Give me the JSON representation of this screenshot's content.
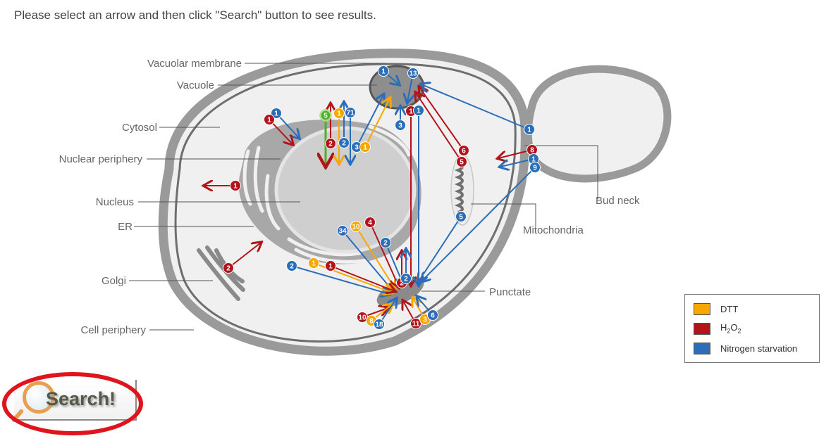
{
  "instruction": "Please select an arrow and then click \"Search\" button to see results.",
  "labels": {
    "vacuolar_membrane": "Vacuolar membrane",
    "vacuole": "Vacuole",
    "cytosol": "Cytosol",
    "nuclear_periphery": "Nuclear periphery",
    "nucleus": "Nucleus",
    "er": "ER",
    "golgi": "Golgi",
    "cell_periphery": "Cell periphery",
    "bud_neck": "Bud neck",
    "mitochondria": "Mitochondria",
    "punctate": "Punctate"
  },
  "colors": {
    "dtt": "#f6a800",
    "h2o2": "#b3141c",
    "nitrogen": "#2b6db8",
    "other": "#4fae2a",
    "highlight": "#e0141c"
  },
  "arrows": [
    {
      "count": "13",
      "condition": "nitrogen",
      "from": "cytosol",
      "to": "vacuole"
    },
    {
      "count": "1",
      "condition": "nitrogen",
      "from": "cytosol",
      "to": "vacuole"
    },
    {
      "count": "1",
      "condition": "nitrogen",
      "from": "cytosol",
      "to": "nuclear_periphery"
    },
    {
      "count": "1",
      "condition": "h2o2",
      "from": "cytosol",
      "to": "nuclear_periphery"
    },
    {
      "count": "5",
      "condition": "other",
      "from": "cytosol",
      "to": "nucleus"
    },
    {
      "count": "2",
      "condition": "h2o2",
      "from": "nucleus",
      "to": "cytosol"
    },
    {
      "count": "1",
      "condition": "dtt",
      "from": "cytosol",
      "to": "nucleus"
    },
    {
      "count": "2",
      "condition": "nitrogen",
      "from": "nucleus",
      "to": "cytosol"
    },
    {
      "count": "71",
      "condition": "nitrogen",
      "from": "cytosol",
      "to": "nucleus"
    },
    {
      "count": "3",
      "condition": "nitrogen",
      "from": "nuclear_periphery",
      "to": "vacuole"
    },
    {
      "count": "1",
      "condition": "dtt",
      "from": "nuclear_periphery",
      "to": "vacuole"
    },
    {
      "count": "3",
      "condition": "nitrogen",
      "from": "cytosol",
      "to": "vacuole"
    },
    {
      "count": "1",
      "condition": "h2o2",
      "from": "vacuole",
      "to": "punctate"
    },
    {
      "count": "1",
      "condition": "nitrogen",
      "from": "vacuole",
      "to": "punctate"
    },
    {
      "count": "6",
      "condition": "h2o2",
      "from": "mitochondria",
      "to": "vacuole"
    },
    {
      "count": "5",
      "condition": "h2o2",
      "from": "mitochondria",
      "to": "vacuole"
    },
    {
      "count": "1",
      "condition": "nitrogen",
      "from": "bud_neck",
      "to": "vacuole"
    },
    {
      "count": "8",
      "condition": "h2o2",
      "from": "bud_neck",
      "to": "cytosol"
    },
    {
      "count": "1",
      "condition": "nitrogen",
      "from": "bud_neck",
      "to": "cytosol"
    },
    {
      "count": "9",
      "condition": "nitrogen",
      "from": "bud_neck",
      "to": "punctate"
    },
    {
      "count": "5",
      "condition": "nitrogen",
      "from": "mitochondria",
      "to": "punctate"
    },
    {
      "count": "1",
      "condition": "h2o2",
      "from": "er",
      "to": "cytosol"
    },
    {
      "count": "2",
      "condition": "h2o2",
      "from": "golgi",
      "to": "er"
    },
    {
      "count": "34",
      "condition": "nitrogen",
      "from": "nucleus",
      "to": "punctate"
    },
    {
      "count": "10",
      "condition": "dtt",
      "from": "nucleus",
      "to": "punctate"
    },
    {
      "count": "4",
      "condition": "h2o2",
      "from": "nucleus",
      "to": "punctate"
    },
    {
      "count": "2",
      "condition": "nitrogen",
      "from": "nucleus",
      "to": "punctate"
    },
    {
      "count": "2",
      "condition": "nitrogen",
      "from": "er",
      "to": "punctate"
    },
    {
      "count": "1",
      "condition": "dtt",
      "from": "er",
      "to": "punctate"
    },
    {
      "count": "1",
      "condition": "h2o2",
      "from": "er",
      "to": "punctate"
    },
    {
      "count": "2",
      "condition": "h2o2",
      "from": "punctate",
      "to": "cytosol"
    },
    {
      "count": "2",
      "condition": "nitrogen",
      "from": "punctate",
      "to": "cytosol"
    },
    {
      "count": "10",
      "condition": "h2o2",
      "from": "cell_periphery",
      "to": "punctate"
    },
    {
      "count": "8",
      "condition": "dtt",
      "from": "cell_periphery",
      "to": "punctate"
    },
    {
      "count": "18",
      "condition": "nitrogen",
      "from": "cell_periphery",
      "to": "punctate"
    },
    {
      "count": "11",
      "condition": "h2o2",
      "from": "cell_periphery",
      "to": "punctate"
    },
    {
      "count": "3",
      "condition": "dtt",
      "from": "cell_periphery",
      "to": "punctate"
    },
    {
      "count": "6",
      "condition": "nitrogen",
      "from": "cell_periphery",
      "to": "punctate"
    }
  ],
  "legend": [
    {
      "label": "DTT",
      "color": "#f6a800"
    },
    {
      "label": "H2O2",
      "color": "#b3141c"
    },
    {
      "label": "Nitrogen starvation",
      "color": "#2b6db8"
    }
  ],
  "search_button": {
    "label": "Search!"
  }
}
